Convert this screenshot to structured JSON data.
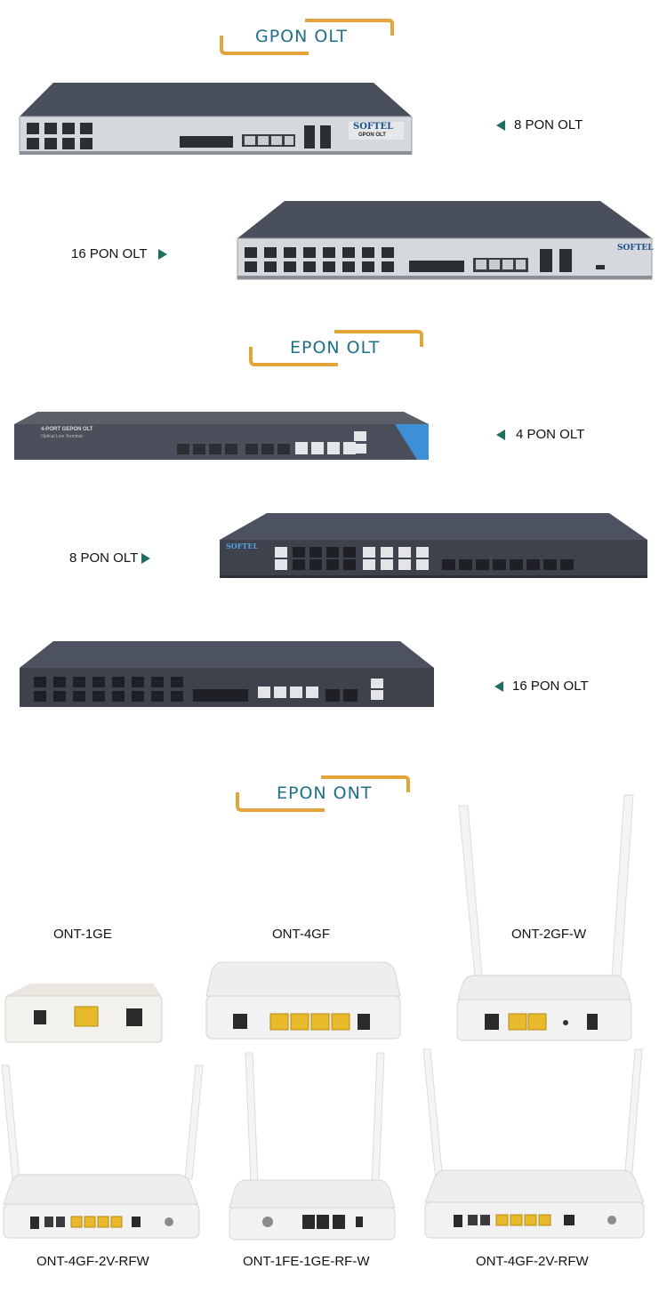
{
  "sections": {
    "gpon_olt": "GPON OLT",
    "epon_olt": "EPON OLT",
    "epon_ont": "EPON ONT"
  },
  "gpon": {
    "item1": {
      "label": "8 PON OLT",
      "brand": "SOFTEL",
      "model": "GPON OLT"
    },
    "item2": {
      "label": "16 PON OLT",
      "brand": "SOFTEL"
    }
  },
  "epon": {
    "item1": {
      "label": "4 PON OLT",
      "device_text": "4-PORT GEPON OLT",
      "device_subtext": "Optical Line Terminal"
    },
    "item2": {
      "label": "8 PON OLT",
      "brand": "SOFTEL"
    },
    "item3": {
      "label": "16 PON OLT"
    }
  },
  "ont": {
    "items": [
      {
        "label": "ONT-1GE"
      },
      {
        "label": "ONT-4GF"
      },
      {
        "label": "ONT-2GF-W"
      },
      {
        "label": "ONT-4GF-2V-RFW"
      },
      {
        "label": "ONT-1FE-1GE-RF-W"
      },
      {
        "label": "ONT-4GF-2V-RFW"
      }
    ]
  },
  "colors": {
    "title": "#1f6f8b",
    "bracket": "#e3a53a",
    "arrow": "#1f6f60",
    "device_top": "#4a4f5e",
    "device_front": "#d5d8dc",
    "ont_body": "#f1f1f1",
    "lan_port": "#e8b92b"
  }
}
